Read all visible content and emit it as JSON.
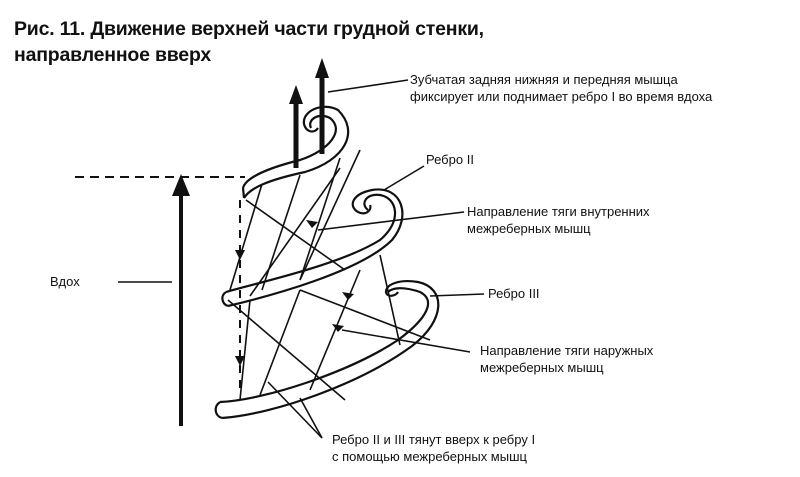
{
  "figure": {
    "title_line1": "Рис. 11. Движение верхней части грудной стенки,",
    "title_line2": "направленное вверх"
  },
  "labels": {
    "muscle_line1": "Зубчатая задняя нижняя и передняя мышца",
    "muscle_line2": "фиксирует или поднимает ребро I во время вдоха",
    "rib2": "Ребро II",
    "internal_line1": "Направление тяги внутренних",
    "internal_line2": "межреберных мышц",
    "inhale": "Вдох",
    "rib3": "Ребро III",
    "external_line1": "Направление тяги наружных",
    "external_line2": "межреберных мышц",
    "pull_line1": "Ребро II и III тянут вверх к ребру I",
    "pull_line2": "с помощью межреберных мышц"
  }
}
